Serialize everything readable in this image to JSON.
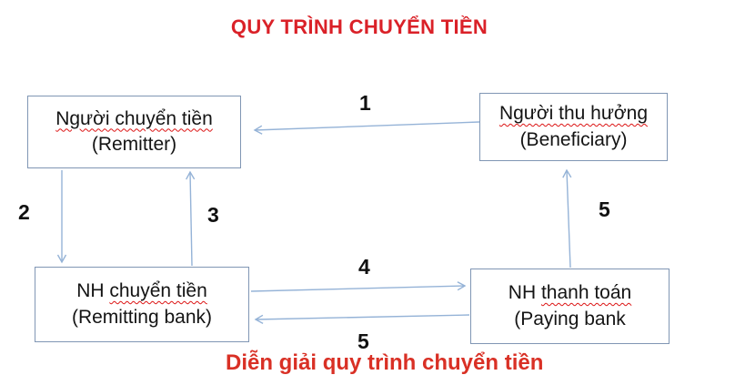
{
  "title": "QUY TRÌNH CHUYỂN TIỀN",
  "colors": {
    "title": "#da2128",
    "arrow": "#95b3d7",
    "box_border": "#8096b4",
    "spellcheck_squiggle": "#dc1414"
  },
  "boxes": {
    "remitter": {
      "pre": "",
      "vn": "Người chuyển tiền",
      "en": "(Remitter)"
    },
    "beneficiary": {
      "pre": "",
      "vn": "Người thu hưởng",
      "en": "(Beneficiary)"
    },
    "remitting_bank": {
      "pre": "NH ",
      "vn": "chuyển tiền",
      "en": "(Remitting bank)"
    },
    "paying_bank": {
      "pre": "NH ",
      "vn": "thanh toán",
      "en": "(Paying bank"
    }
  },
  "steps": {
    "s1": "1",
    "s2": "2",
    "s3": "3",
    "s4": "4",
    "s5_horizontal": "5",
    "s5_vertical": "5"
  },
  "clipped_caption": "Diễn giải quy trình chuyển tiền"
}
